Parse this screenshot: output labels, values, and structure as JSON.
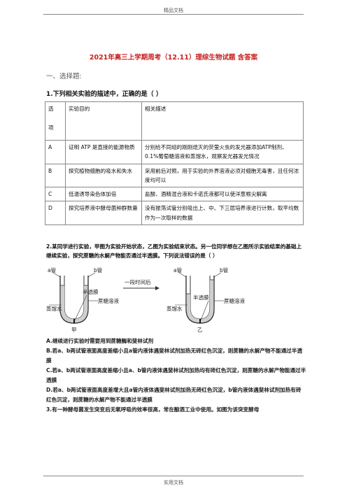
{
  "header": "精品文档",
  "footer": "实用文档",
  "title": "2021年高三上学期周考（12.11）理综生物试题 含答案",
  "section": "一、选择题:",
  "q1": {
    "stem": "1.下列相关实验的描述中，正确的是（    ）",
    "head": {
      "option": "选\n\n项",
      "purpose": "实验目的",
      "desc": "相关描述"
    },
    "rows": [
      {
        "option": "A",
        "purpose": "证明 ATP 是直接的能源物质",
        "desc": "分别给不同组的刚刚熄灭的荧萤火虫的发光器添加ATP制剂、0.1%葡萄糖溶液和蒸馏水，观察发光器发光情况"
      },
      {
        "option": "B",
        "purpose": "探究植物细胞的吸水和失水",
        "desc": "采用前后对照，用于实验的外界溶液必须对细胞无毒害，且任何浓度均可以"
      },
      {
        "option": "C",
        "purpose": "低温诱导染色体加倍",
        "desc": "盐酸、酒精混合液和卡诺氏液都可以使洋葱根尖解离"
      },
      {
        "option": "D",
        "purpose": "探究培养液中酵母菌种群数量",
        "desc": "没有振荡试管分别吸出上、中、下三层培养液进行计数，取平均数作为一次取样的数据"
      }
    ]
  },
  "q2": {
    "stem": "2.某同学进行实验，甲图为实验开始状态，乙图为实验结束状态。另一位同学想在乙图所示实验结果的基础上继续实验，探究蔗糖的水解产物能否通过半透膜。下列说法错误的是（    ）",
    "figure": {
      "a_tube": "a管",
      "b_tube": "b管",
      "membrane": "半透膜",
      "water": "蒸馏水",
      "sucrose": "蔗糖溶液",
      "arrow": "一段时间后",
      "left_caption": "甲",
      "right_caption": "乙"
    },
    "options": [
      "A.继续进行实验时需要用到蔗糖酶和斐林试剂",
      "B.若a、b两试管液面高度差缩小且a管内液体遇斐林试剂加热无砖红色沉淀，则蔗糖的水解产物不能通过半透膜",
      "C.若a、b两试管液面高度差缩小且a、b管内液体遇斐林试剂加热均有砖红色沉淀，则蔗糖的水解产物能通过半透膜",
      "D.若a、b两试管液面高度差增大且a管内液体遇斐林试剂加热无砖红色沉淀，b管内液体遇斐林试剂加热有砖红色沉淀，则蔗糖的水解产物不能通过半透膜",
      "3.有一种酵母菌发生突变后无氧呼吸的效率很高，常在酿酒工业中使用。如图为该突变酵母"
    ]
  }
}
